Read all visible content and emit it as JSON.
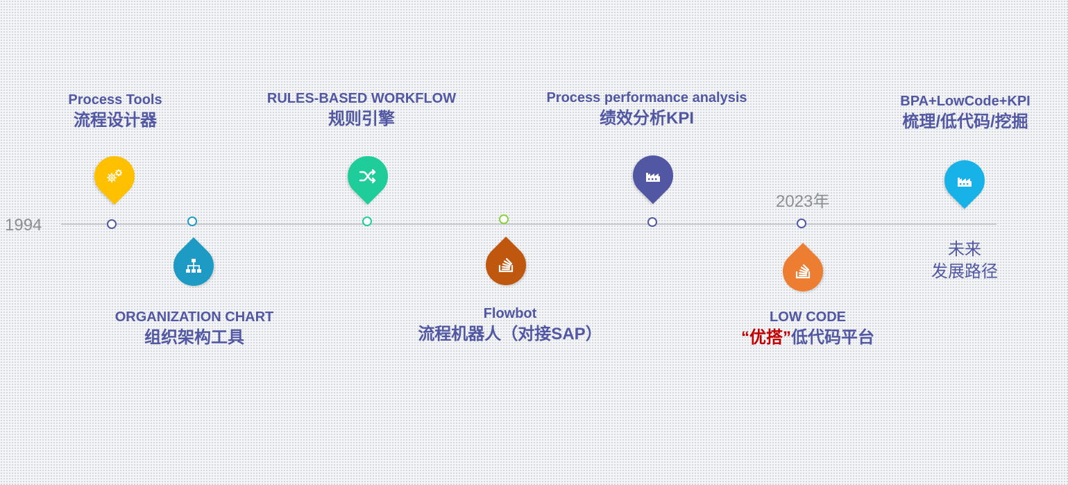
{
  "timeline": {
    "start_year": "1994",
    "year_2023": "2023年"
  },
  "milestones": [
    {
      "en": "Process Tools",
      "cn": "流程设计器",
      "color": "#ffc000",
      "icon": "gears-icon"
    },
    {
      "en": "ORGANIZATION CHART",
      "cn": "组织架构工具",
      "color": "#1e9bc5",
      "icon": "org-chart-icon"
    },
    {
      "en": "RULES-BASED WORKFLOW",
      "cn": "规则引擎",
      "color": "#1fcd9a",
      "icon": "shuffle-icon"
    },
    {
      "en": "Flowbot",
      "cn": "流程机器人（对接SAP）",
      "color": "#c0570f",
      "icon": "stack-icon"
    },
    {
      "en": "Process performance analysis",
      "cn": "绩效分析KPI",
      "color": "#5157a3",
      "icon": "factory-icon"
    },
    {
      "en": "LOW CODE",
      "cn_red": "“优搭”",
      "cn_rest": "低代码平台",
      "color": "#ed7d31",
      "icon": "stack-icon"
    },
    {
      "en": "BPA+LowCode+KPI",
      "cn": "梳理/低代码/挖掘",
      "color": "#17b3e8",
      "icon": "factory-icon"
    }
  ],
  "future": {
    "line1": "未来",
    "line2": "发展路径"
  },
  "colors": {
    "label_text": "#5157a3",
    "highlight_red": "#c00000",
    "axis": "#c3c6cc"
  }
}
